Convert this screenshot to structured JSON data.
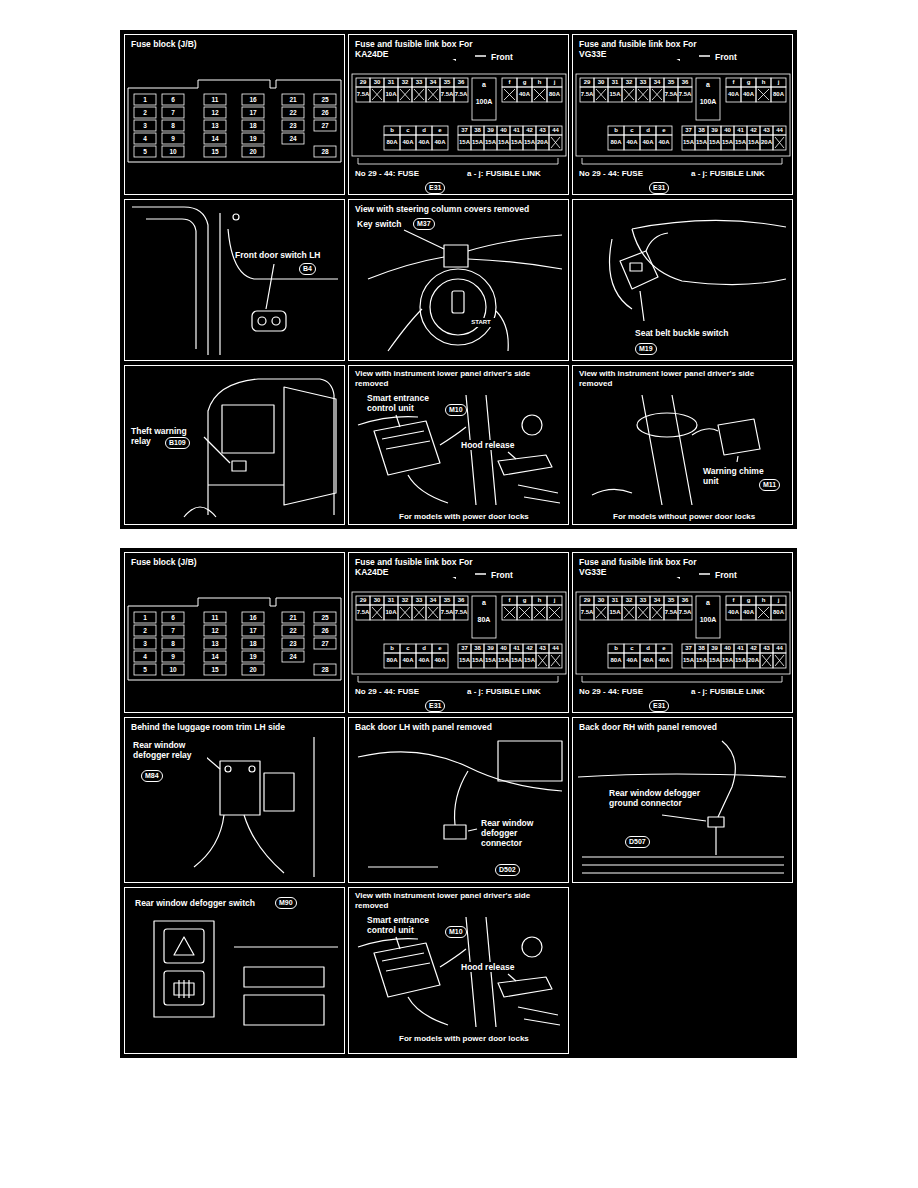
{
  "diagram": {
    "nodes": [
      {
        "text": [
          "Fuse block (J/B)"
        ]
      },
      {
        "text": [
          "Fuse and fusible link box For KA24DE",
          "Front",
          "No 29 - 44: FUSE",
          "a - j: FUSIBLE LINK"
        ]
      },
      {
        "text": [
          "E31"
        ],
        "in": 1
      },
      {
        "text": [
          "Fuse and fusible link box For VG33E",
          "Front",
          "No 29 - 44: FUSE",
          "a - j: FUSIBLE LINK"
        ]
      },
      {
        "text": [
          "E31"
        ],
        "in": 3
      },
      {
        "text": [
          "Front door switch LH"
        ]
      },
      {
        "text": [
          "B4"
        ],
        "in": 5
      },
      {
        "text": [
          "View with steering column covers removed",
          "Key switch"
        ]
      },
      {
        "text": [
          "M37"
        ],
        "in": 7
      },
      {
        "text": [
          "Seat belt buckle switch"
        ]
      },
      {
        "text": [
          "M19"
        ],
        "in": 9
      },
      {
        "text": [
          "Theft warning relay"
        ]
      },
      {
        "text": [
          "B109"
        ],
        "in": 11
      },
      {
        "text": [
          "View with instrument lower panel driver's side removed",
          "Smart entrance control unit",
          "Hood release",
          "For models with power door locks"
        ]
      },
      {
        "text": [
          "M10"
        ],
        "in": 13
      },
      {
        "text": [
          "View with instrument lower panel driver's side removed",
          "Warning chime unit",
          "For models without power door locks"
        ]
      },
      {
        "text": [
          "M11"
        ],
        "in": 15
      },
      {
        "text": [
          "Fuse block (J/B)"
        ]
      },
      {
        "text": [
          "Fuse and fusible link box For KA24DE",
          "Front",
          "No 29 - 44: FUSE",
          "a - j: FUSIBLE LINK"
        ]
      },
      {
        "text": [
          "E31"
        ],
        "in": 18
      },
      {
        "text": [
          "Fuse and fusible link box For VG33E",
          "Front",
          "No 29 - 44: FUSE",
          "a - j: FUSIBLE LINK"
        ]
      },
      {
        "text": [
          "E31"
        ],
        "in": 20
      },
      {
        "text": [
          "Behind the luggage room trim LH side",
          "Rear window defogger relay"
        ]
      },
      {
        "text": [
          "M84"
        ],
        "in": 22
      },
      {
        "text": [
          "Back door LH with panel removed",
          "Rear window defogger connector"
        ]
      },
      {
        "text": [
          "D502"
        ],
        "in": 24
      },
      {
        "text": [
          "Back door RH with panel removed",
          "Rear window defogger ground connector"
        ]
      },
      {
        "text": [
          "D507"
        ],
        "in": 26
      },
      {
        "text": [
          "Rear window defogger switch"
        ]
      },
      {
        "text": [
          "M90"
        ],
        "in": 28
      },
      {
        "text": [
          "View with instrument lower panel driver's side removed",
          "Smart entrance control unit",
          "Hood release",
          "For models with power door locks"
        ]
      },
      {
        "text": [
          "M10"
        ],
        "in": 30
      }
    ],
    "labels": [
      "1",
      "2",
      "3",
      "4",
      "5",
      "6",
      "7",
      "8",
      "9",
      "10",
      "11",
      "12",
      "13",
      "14",
      "15",
      "16",
      "17",
      "18",
      "19",
      "20",
      "21",
      "22",
      "23",
      "24",
      "25",
      "26",
      "27",
      "28",
      "29",
      "30",
      "31",
      "32",
      "33",
      "34",
      "35",
      "36",
      "7.5A",
      "10A",
      "7.5A",
      "7.5A",
      "a",
      "100A",
      "f",
      "g",
      "h",
      "j",
      "40A",
      "80A",
      "b",
      "c",
      "d",
      "e",
      "80A",
      "40A",
      "40A",
      "40A",
      "37",
      "38",
      "39",
      "40",
      "41",
      "42",
      "43",
      "44",
      "15A",
      "15A",
      "15A",
      "15A",
      "15A",
      "15A",
      "20A",
      "29",
      "30",
      "31",
      "32",
      "33",
      "34",
      "35",
      "36",
      "7.5A",
      "15A",
      "7.5A",
      "7.5A",
      "a",
      "100A",
      "f",
      "g",
      "h",
      "j",
      "40A",
      "40A",
      "80A",
      "b",
      "c",
      "d",
      "e",
      "80A",
      "40A",
      "40A",
      "40A",
      "37",
      "38",
      "39",
      "40",
      "41",
      "42",
      "43",
      "44",
      "15A",
      "15A",
      "15A",
      "15A",
      "15A",
      "15A",
      "20A",
      "START",
      "1",
      "2",
      "3",
      "4",
      "5",
      "6",
      "7",
      "8",
      "9",
      "10",
      "11",
      "12",
      "13",
      "14",
      "15",
      "16",
      "17",
      "18",
      "19",
      "20",
      "21",
      "22",
      "23",
      "24",
      "25",
      "26",
      "27",
      "28",
      "29",
      "30",
      "31",
      "32",
      "33",
      "34",
      "35",
      "36",
      "7.5A",
      "10A",
      "7.5A",
      "7.5A",
      "a",
      "80A",
      "f",
      "g",
      "h",
      "j",
      "b",
      "c",
      "d",
      "e",
      "80A",
      "40A",
      "40A",
      "40A",
      "37",
      "38",
      "39",
      "40",
      "41",
      "42",
      "43",
      "44",
      "15A",
      "15A",
      "15A",
      "15A",
      "15A",
      "15A",
      "29",
      "30",
      "31",
      "32",
      "33",
      "34",
      "35",
      "36",
      "7.5A",
      "15A",
      "7.5A",
      "7.5A",
      "a",
      "100A",
      "f",
      "g",
      "h",
      "j",
      "40A",
      "40A",
      "80A",
      "b",
      "c",
      "d",
      "e",
      "80A",
      "40A",
      "40A",
      "40A",
      "37",
      "38",
      "39",
      "40",
      "41",
      "42",
      "43",
      "44",
      "15A",
      "15A",
      "15A",
      "15A",
      "15A",
      "20A"
    ]
  }
}
